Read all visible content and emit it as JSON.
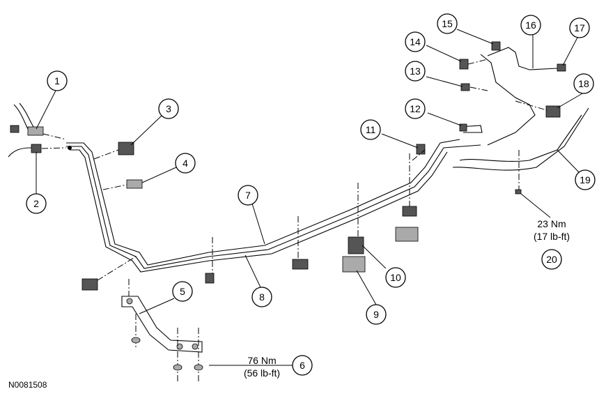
{
  "callouts": {
    "c1": "1",
    "c2": "2",
    "c3": "3",
    "c4": "4",
    "c5": "5",
    "c6": "6",
    "c7": "7",
    "c8": "8",
    "c9": "9",
    "c10": "10",
    "c11": "11",
    "c12": "12",
    "c13": "13",
    "c14": "14",
    "c15": "15",
    "c16": "16",
    "c17": "17",
    "c18": "18",
    "c19": "19",
    "c20": "20"
  },
  "torque": {
    "t6_nm": "76 Nm",
    "t6_lbft": "(56 lb-ft)",
    "t20_nm": "23 Nm",
    "t20_lbft": "(17 lb-ft)"
  },
  "reference_code": "N0081508"
}
